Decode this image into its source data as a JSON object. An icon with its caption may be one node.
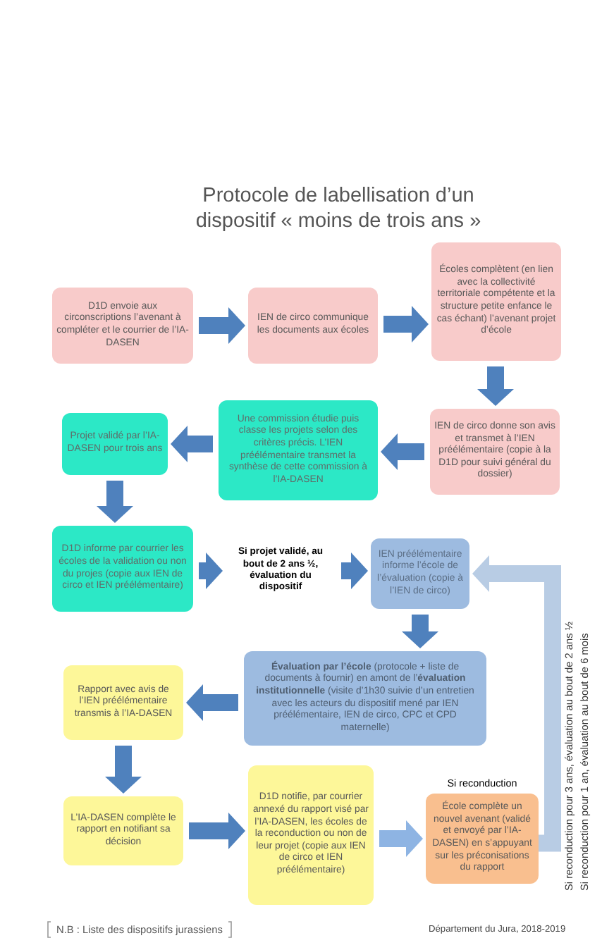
{
  "diagram": {
    "title": "Protocole de labellisation d’un dispositif « moins de trois ans »",
    "nodes": [
      {
        "text": [
          "D1D envoie aux circonscriptions l’avenant à compléter et le courrier de l’IA-DASEN"
        ]
      },
      {
        "text": [
          "IEN de circo communique les documents aux écoles"
        ]
      },
      {
        "text": [
          "Écoles complètent (en lien avec la collectivité territoriale compétente et la structure petite enfance le cas échant) l’avenant projet d’école"
        ]
      },
      {
        "text": [
          "IEN de circo donne son avis et transmet à l’IEN préélémentaire (copie à la D1D pour suivi général du dossier)"
        ]
      },
      {
        "text": [
          "Une commission étudie puis classe les projets selon des critères précis. L’IEN préélémentaire transmet la synthèse de cette commission à l’IA-DASEN"
        ]
      },
      {
        "text": [
          "Projet validé par l’IA-DASEN pour trois ans"
        ]
      },
      {
        "text": [
          "D1D informe par courrier les écoles de la validation ou non du projes (copie aux IEN de circo et IEN préélémentaire)"
        ]
      },
      {
        "text": [
          "Si projet validé, au bout de 2 ans ½, évaluation du dispositif"
        ]
      },
      {
        "text": [
          "IEN préélémentaire informe l’école de l’évaluation (copie à l’IEN de circo)"
        ]
      },
      {
        "text": [
          "**Évaluation par l’école** (protocole + liste de documents à fournir) en amont de l’**évaluation institutionnelle** (visite d’1h30 suivie d’un entretien avec les acteurs du dispositif mené par IEN préélémentaire, IEN de circo, CPC et CPD maternelle)"
        ]
      },
      {
        "text": [
          "Rapport avec avis de l’IEN préélémentaire transmis à l’IA-DASEN"
        ]
      },
      {
        "text": [
          "L’IA-DASEN complète le rapport en notifiant sa décision"
        ]
      },
      {
        "text": [
          "D1D notifie, par courrier annexé du rapport visé par l’IA-DASEN, les écoles de la reconduction ou non de leur projet (copie aux IEN de circo et IEN préélémentaire)"
        ]
      },
      {
        "text": [
          "École complète un nouvel avenant (validé et envoyé par l’IA-DASEN) en s’appuyant sur les préconisations du rapport"
        ],
        "beside": [
          "Si reconduction"
        ]
      }
    ],
    "edges": [
      {
        "from": 0,
        "to": 1,
        "arrow": "to"
      },
      {
        "from": 1,
        "to": 2,
        "arrow": "to"
      },
      {
        "from": 2,
        "to": 3,
        "arrow": "to"
      },
      {
        "from": 3,
        "to": 4,
        "arrow": "to"
      },
      {
        "from": 4,
        "to": 5,
        "arrow": "to"
      },
      {
        "from": 5,
        "to": 6,
        "arrow": "to"
      },
      {
        "from": 6,
        "to": 7,
        "arrow": "to"
      },
      {
        "from": 7,
        "to": 8,
        "arrow": "to"
      },
      {
        "from": 8,
        "to": 9,
        "arrow": "to"
      },
      {
        "from": 9,
        "to": 10,
        "arrow": "to"
      },
      {
        "from": 10,
        "to": 11,
        "arrow": "to"
      },
      {
        "from": 11,
        "to": 12,
        "arrow": "to"
      },
      {
        "from": 12,
        "to": 13,
        "arrow": "to",
        "color": "#8eb4e3"
      },
      {
        "from": 13,
        "to": 8,
        "arrow": "to",
        "color": "#b8cce4"
      }
    ],
    "labels": [
      "Si reconduction pour 3 ans, évaluation au bout de 2 ans ½",
      "Si reconduction pour 1 an, évaluation au bout de 6 mois",
      "N.B : Liste des dispositifs jurassiens",
      "Département du Jura, 2018-2019"
    ]
  }
}
